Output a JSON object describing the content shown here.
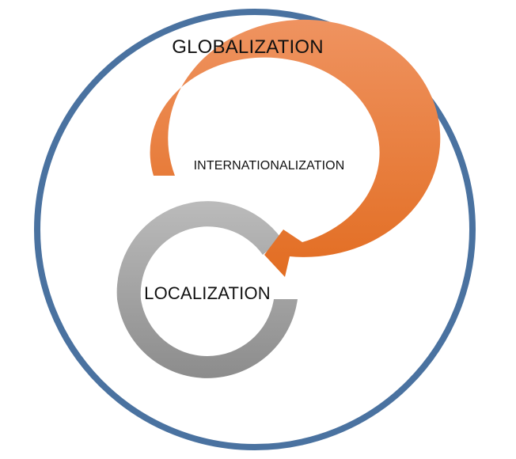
{
  "diagram": {
    "outer_label": "GLOBALIZATION",
    "middle_label": "INTERNATIONALIZATION",
    "inner_label": "LOCALIZATION"
  },
  "colors": {
    "outer_ring": "#4a72a0",
    "arrow_light": "#ef8e55",
    "arrow_dark": "#e46f23",
    "inner_ring_light": "#b8b8b8",
    "inner_ring_dark": "#8a8a8a"
  }
}
